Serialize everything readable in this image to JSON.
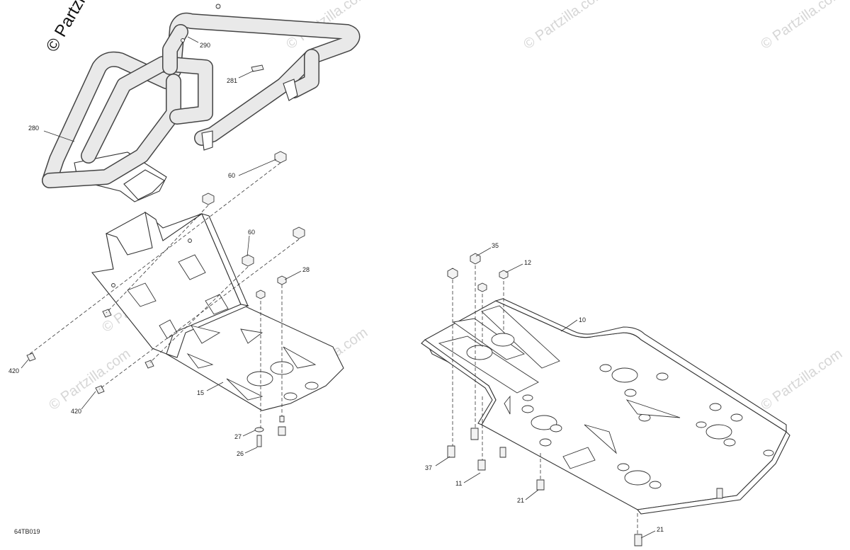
{
  "diagram": {
    "drawing_code": "64TB019",
    "callouts": {
      "c280": "280",
      "c290": "290",
      "c281": "281",
      "c60a": "60",
      "c60b": "60",
      "c28": "28",
      "c420a": "420",
      "c420b": "420",
      "c15": "15",
      "c27": "27",
      "c26": "26",
      "c35": "35",
      "c12": "12",
      "c10": "10",
      "c37": "37",
      "c11": "11",
      "c21a": "21",
      "c21b": "21"
    },
    "watermarks": {
      "main": "© Partzilla",
      "tiled": "© Partzilla.com"
    }
  }
}
